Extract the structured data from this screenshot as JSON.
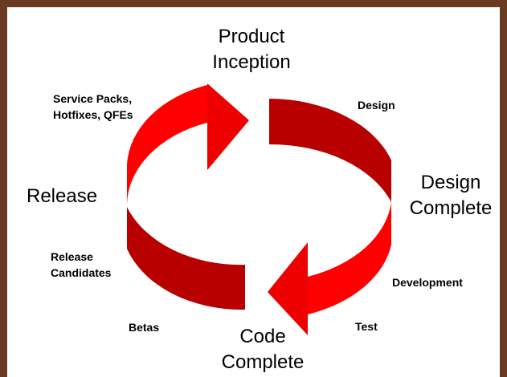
{
  "diagram": {
    "milestones": {
      "product_inception": [
        "Product",
        "Inception"
      ],
      "design_complete": [
        "Design",
        "Complete"
      ],
      "code_complete": [
        "Code",
        "Complete"
      ],
      "release": "Release"
    },
    "phases": {
      "design": "Design",
      "development": "Development",
      "test": "Test",
      "betas": "Betas",
      "release_candidates": [
        "Release",
        "Candidates"
      ],
      "service_packs": [
        "Service Packs,",
        "Hotfixes, QFEs"
      ]
    },
    "colors": {
      "arrow_light": "#ff0000",
      "arrow_dark": "#b80000",
      "frame": "#6b3a22"
    }
  }
}
